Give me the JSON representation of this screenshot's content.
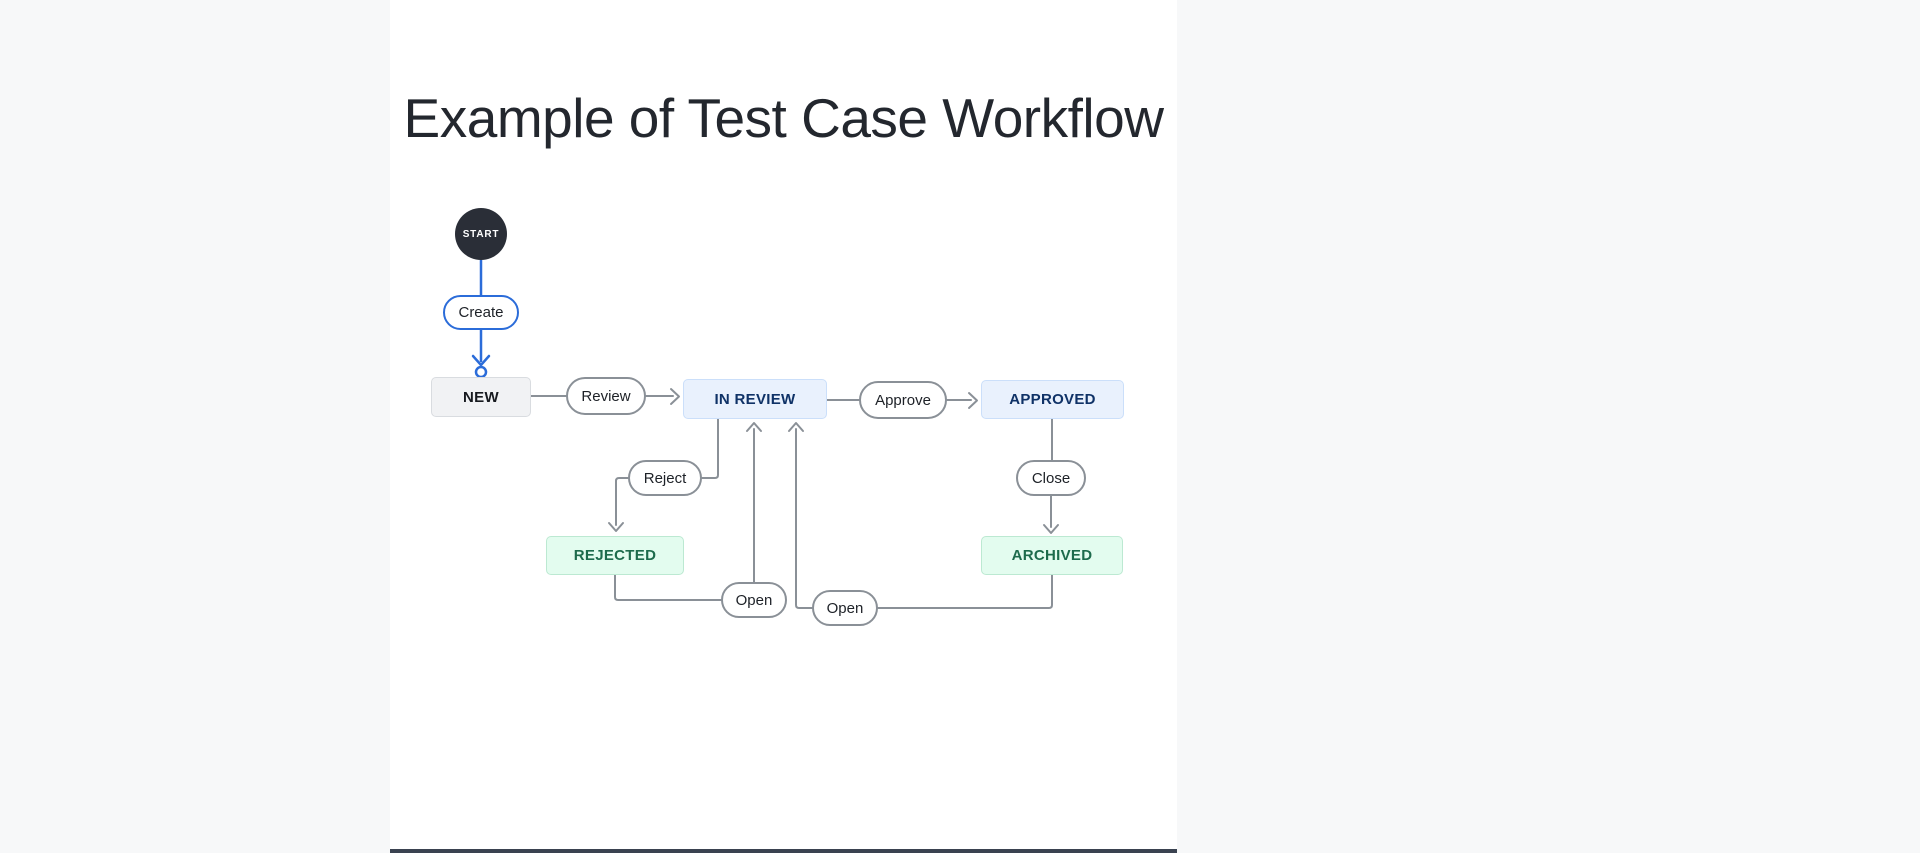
{
  "page": {
    "title": "Example of Test Case Workflow",
    "background": "#f7f8f9",
    "canvas_background": "#ffffff"
  },
  "colors": {
    "accent_blue": "#2b6cd9",
    "edge_gray": "#8a9097",
    "start_fill": "#2a2e37",
    "start_text": "#ffffff",
    "state_neutral_bg": "#f1f2f4",
    "state_neutral_border": "#d9dce0",
    "state_neutral_text": "#171a1f",
    "state_blue_bg": "#e9f1fd",
    "state_blue_border": "#cbdffa",
    "state_blue_text": "#0f3267",
    "state_green_bg": "#e3fcef",
    "state_green_border": "#bce9d2",
    "state_green_text": "#1d6b4c",
    "pill_border": "#8a9097",
    "pill_text": "#1d2127",
    "title_text": "#23272e",
    "bottom_bar": "#3a4250"
  },
  "diagram": {
    "start": {
      "label": "START"
    },
    "states": {
      "new": "NEW",
      "in_review": "IN REVIEW",
      "approved": "APPROVED",
      "rejected": "REJECTED",
      "archived": "ARCHIVED"
    },
    "transitions": {
      "create": "Create",
      "review": "Review",
      "approve": "Approve",
      "reject": "Reject",
      "close": "Close",
      "open_from_rejected": "Open",
      "open_from_archived": "Open"
    }
  }
}
